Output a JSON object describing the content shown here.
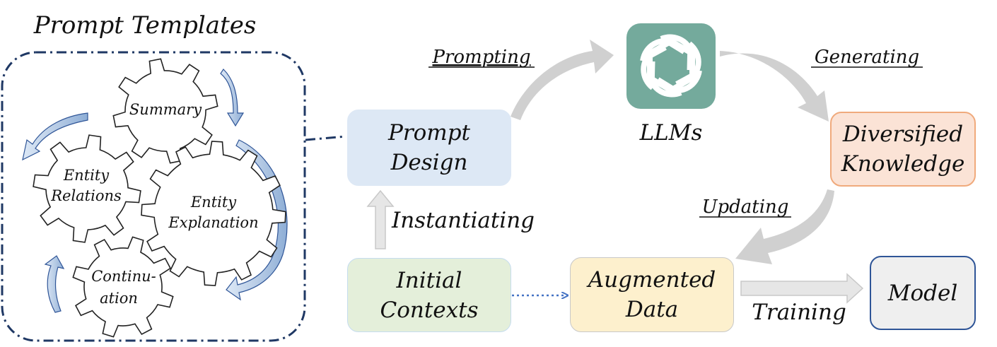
{
  "templates": {
    "title": "Prompt Templates",
    "gears": {
      "summary": "Summary",
      "entity_relations": [
        "Entity",
        "Relations"
      ],
      "entity_explanation": [
        "Entity",
        "Explanation"
      ],
      "continuation": [
        "Continu-",
        "ation"
      ]
    }
  },
  "nodes": {
    "prompt_design": [
      "Prompt",
      "Design"
    ],
    "llms": "LLMs",
    "diversified_knowledge": [
      "Diversified",
      "Knowledge"
    ],
    "initial_contexts": [
      "Initial",
      "Contexts"
    ],
    "augmented_data": [
      "Augmented",
      "Data"
    ],
    "model": "Model"
  },
  "edges": {
    "prompting": "Prompting",
    "generating": "Generating",
    "updating": "Updating",
    "instantiating": "Instantiating",
    "training": "Training"
  },
  "colors": {
    "llm_logo_bg": "#74aa9c",
    "prompt_design_fill": "#dde8f5",
    "diversified_fill": "#fbe3d6",
    "diversified_border": "#f0aa7c",
    "initial_fill": "#e4efda",
    "augmented_fill": "#fdf0cd",
    "model_fill": "#efefef",
    "model_border": "#2f5597",
    "frame": "#1f3864",
    "arrow_gray": "#d0d0d0",
    "dotted_arrow": "#4472c4"
  },
  "icons": {
    "llm": "openai-logo-icon"
  }
}
